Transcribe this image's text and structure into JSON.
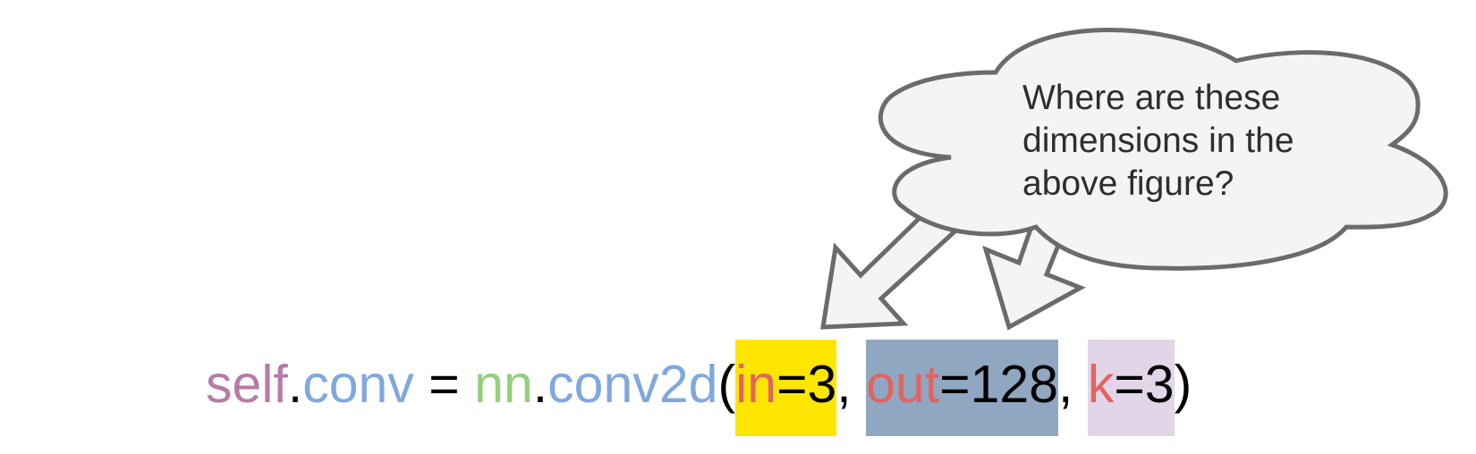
{
  "callout": {
    "line1": "Where are these",
    "line2": "dimensions in the",
    "line3": "above figure?"
  },
  "code": {
    "self": "self",
    "dot1": ".",
    "conv": "conv",
    "eq": " = ",
    "nn": "nn",
    "dot2": ".",
    "conv2d": "conv2d",
    "open_paren": "(",
    "arg_in_name": "in",
    "arg_in_value": "=3",
    "sep1": ", ",
    "arg_out_name": "out",
    "arg_out_value": "=128",
    "sep2": ", ",
    "arg_k_name": "k",
    "arg_k_value": "=3",
    "close_paren": ")"
  },
  "colors": {
    "self": "#b87aa8",
    "attribute": "#7fa8dd",
    "module": "#93d07a",
    "param_name": "#e2635f",
    "highlight_in": "#ffe600",
    "highlight_out": "#8fa7c1",
    "highlight_k": "#e3d5e8",
    "bubble_fill": "#f4f4f4",
    "bubble_stroke": "#6b6b6b"
  }
}
